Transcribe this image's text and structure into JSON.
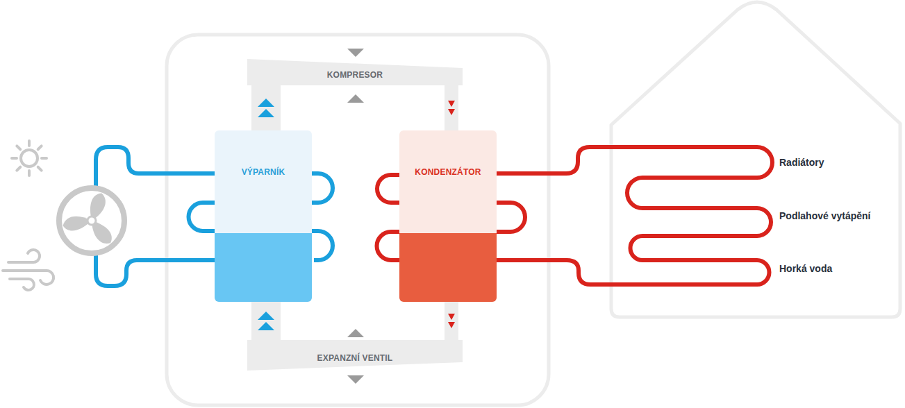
{
  "diagram": {
    "nodes": [
      {
        "text": [
          "KOMPRESOR"
        ]
      },
      {
        "text": [
          "VÝPARNÍK"
        ]
      },
      {
        "text": [
          "KONDENZÁTOR"
        ]
      },
      {
        "text": [
          "EXPANZNÍ VENTIL"
        ]
      }
    ],
    "edges": [
      {
        "from": 1,
        "to": 0,
        "arrow": "to"
      },
      {
        "from": 0,
        "to": 2,
        "arrow": "to"
      },
      {
        "from": 2,
        "to": 3,
        "arrow": "to"
      },
      {
        "from": 3,
        "to": 1,
        "arrow": "to"
      }
    ],
    "labels": [
      "Radiátory",
      "Podlahové vytápění",
      "Horká voda"
    ]
  }
}
